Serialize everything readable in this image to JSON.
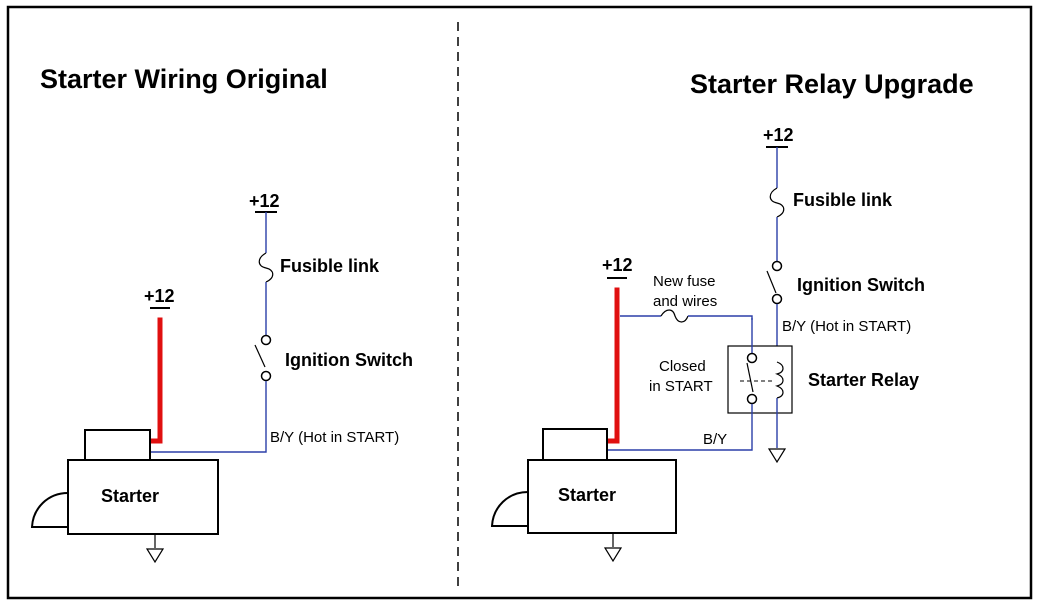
{
  "left": {
    "title": "Starter Wiring Original",
    "battery_top": "+12",
    "battery_starter": "+12",
    "fusible_link": "Fusible link",
    "ignition_switch": "Ignition Switch",
    "wire_label": "B/Y (Hot in START)",
    "starter": "Starter"
  },
  "right": {
    "title": "Starter Relay Upgrade",
    "battery_top": "+12",
    "battery_starter": "+12",
    "fusible_link": "Fusible link",
    "ignition_switch": "Ignition Switch",
    "wire_label_upper": "B/Y (Hot in START)",
    "new_fuse_line1": "New fuse",
    "new_fuse_line2": "and wires",
    "closed_line1": "Closed",
    "closed_line2": "in START",
    "relay": "Starter Relay",
    "wire_label_lower": "B/Y",
    "starter": "Starter"
  },
  "colors": {
    "power_wire": "#e01010",
    "signal_wire": "#2b3fa8",
    "outline": "#000000"
  }
}
